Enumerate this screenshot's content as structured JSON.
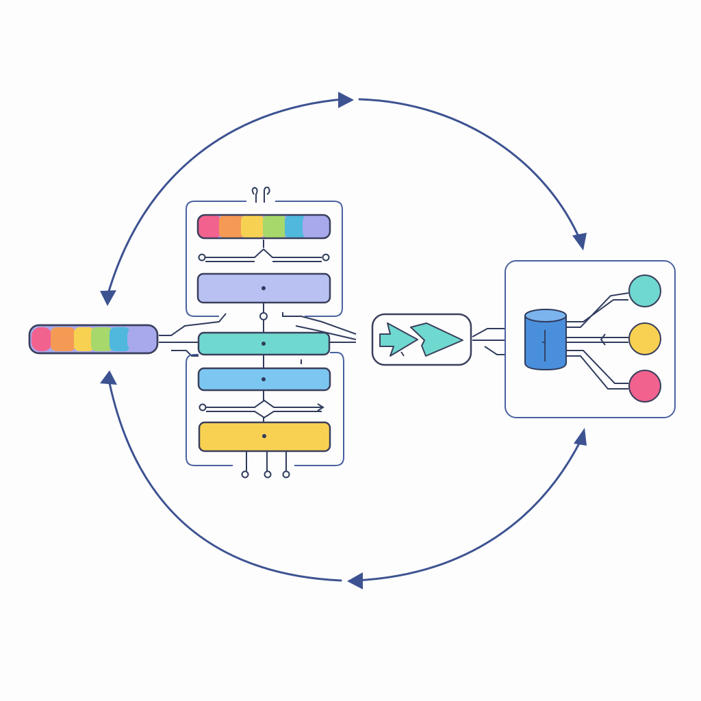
{
  "colors": {
    "background": "#fdfdfd",
    "line": "#3d5291",
    "frame": "#48609e",
    "wire": "#2f3b5c",
    "rainbow": [
      "#f2628f",
      "#f49a55",
      "#f7d152",
      "#a6d86b",
      "#4fb8dc",
      "#a8a9ec"
    ],
    "bar_lavender": "#b8c1f2",
    "bar_teal": "#6fd8cf",
    "bar_sky": "#7cc7f1",
    "bar_yellow": "#f9d152",
    "arrows_fill": "#6fd8cf",
    "cylinder": "#4a8fdb",
    "out_teal": "#6fd8cf",
    "out_yellow": "#f9d152",
    "out_pink": "#f2628f"
  },
  "icons": {
    "cycle": "circular-arrows-icon",
    "database": "cylinder-icon",
    "forward": "double-chevron-icon"
  },
  "cycle_arrows": [
    {
      "direction": "right"
    },
    {
      "direction": "down"
    },
    {
      "direction": "left"
    },
    {
      "direction": "up"
    }
  ],
  "output_nodes": [
    "teal",
    "yellow",
    "pink"
  ]
}
